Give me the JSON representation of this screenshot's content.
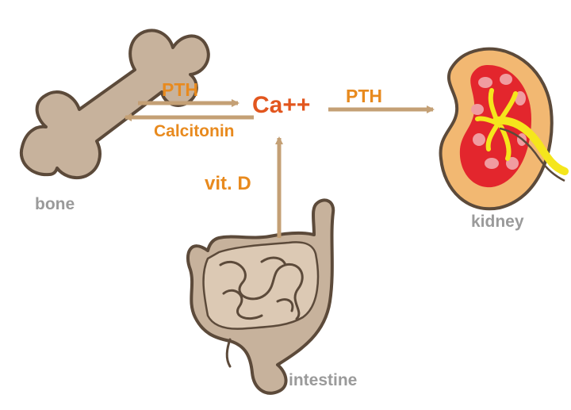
{
  "organs": {
    "bone": "bone",
    "kidney": "kidney",
    "intestine": "intestine"
  },
  "ion": "Ca++",
  "hormones": {
    "pth_bone": "PTH",
    "calcitonin": "Calcitonin",
    "pth_kidney": "PTH",
    "vit_d": "vit. D"
  },
  "colors": {
    "organ_tan": "#c7b29c",
    "organ_outline": "#5c4a3a",
    "arrow": "#c4a075",
    "label_orange": "#e88a1e",
    "ion_red": "#e2561e",
    "organ_label_gray": "#9a9a9a",
    "kidney_outer": "#f2b872",
    "kidney_red": "#e3262d",
    "kidney_pink": "#f09ca0",
    "kidney_yellow": "#f5e61c"
  }
}
